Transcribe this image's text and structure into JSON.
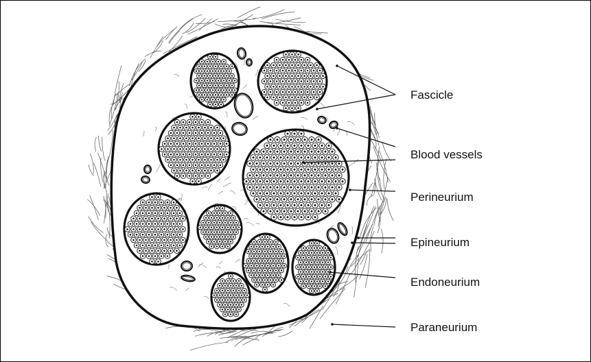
{
  "labels": {
    "fascicle": "Fascicle",
    "blood_vessels": "Blood vessels",
    "perineurium": "Perineurium",
    "epineurium": "Epineurium",
    "endoneurium": "Endoneurium",
    "paraneurium": "Paraneurium"
  },
  "colors": {
    "ink": "#111111",
    "paper": "#ffffff"
  }
}
